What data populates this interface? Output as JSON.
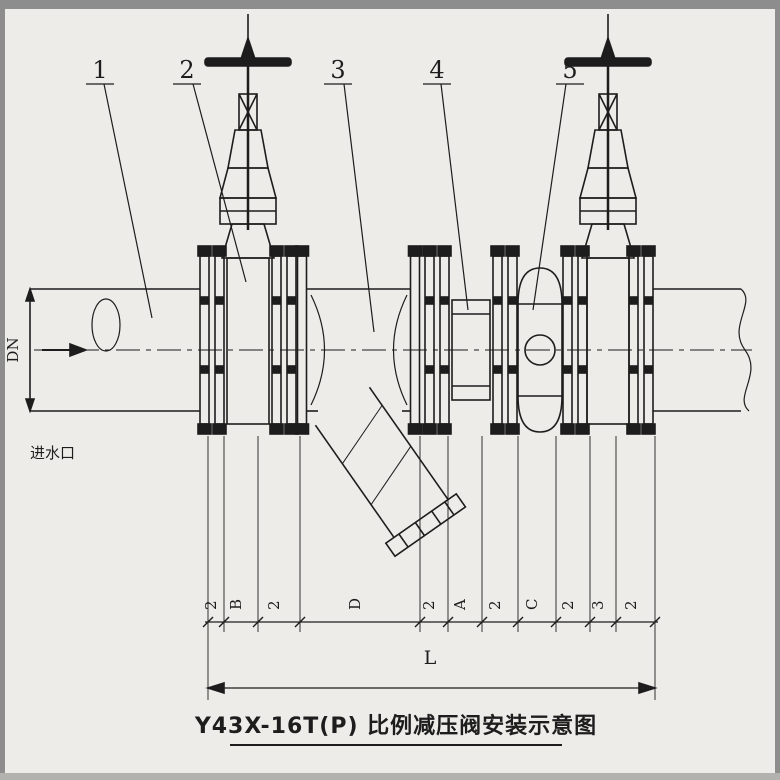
{
  "title": "Y43X-16T(P) 比例减压阀安装示意图",
  "colors": {
    "ink": "#1d1d1d",
    "background": "#edece8",
    "border": "#8d8d8d",
    "border_light": "#b3b2ae"
  },
  "callouts": {
    "labels": [
      "1",
      "2",
      "3",
      "4",
      "5"
    ]
  },
  "pipe": {
    "dn_label": "DN",
    "inlet_label": "进水口"
  },
  "dimensions": {
    "segment_labels": [
      "2",
      "B",
      "2",
      "D",
      "2",
      "A",
      "2",
      "C",
      "2",
      "3",
      "2"
    ],
    "total_label": "L"
  }
}
